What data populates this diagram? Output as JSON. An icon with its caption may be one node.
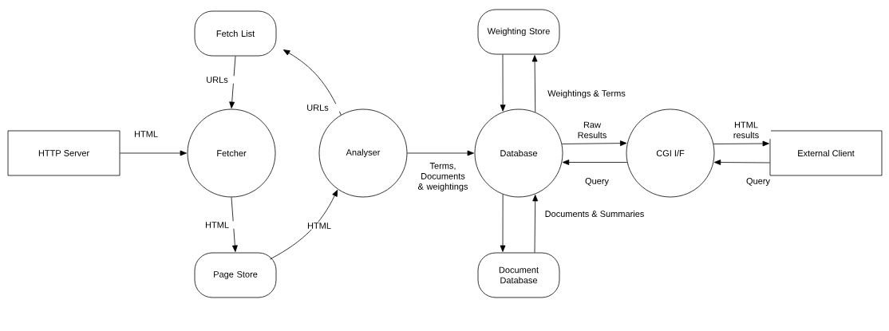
{
  "diagram": {
    "nodes": [
      {
        "text": [
          "Fetch List"
        ]
      },
      {
        "text": [
          "HTTP Server"
        ]
      },
      {
        "text": [
          "Fetcher"
        ]
      },
      {
        "text": [
          "Analyser"
        ]
      },
      {
        "text": [
          "Page Store"
        ]
      },
      {
        "text": [
          "Weighting Store"
        ]
      },
      {
        "text": [
          "Database"
        ]
      },
      {
        "text": [
          "CGI I/F"
        ]
      },
      {
        "text": [
          "External Client"
        ]
      },
      {
        "text": [
          "Document Database"
        ]
      }
    ],
    "edges": [
      {
        "from": 0,
        "to": 2,
        "arrow": "to",
        "label": "URLs"
      },
      {
        "from": 1,
        "to": 2,
        "arrow": "to",
        "label": "HTML"
      },
      {
        "from": 3,
        "to": 0,
        "arrow": "to",
        "label": "URLs"
      },
      {
        "from": 2,
        "to": 4,
        "arrow": "to",
        "label": "HTML"
      },
      {
        "from": 4,
        "to": 3,
        "arrow": "to",
        "label": "HTML"
      },
      {
        "from": 3,
        "to": 6,
        "arrow": "to",
        "label": "Terms, Documents & weightings"
      },
      {
        "from": 5,
        "to": 6,
        "arrow": "to"
      },
      {
        "from": 6,
        "to": 5,
        "arrow": "to",
        "label": "Weightings & Terms"
      },
      {
        "from": 6,
        "to": 7,
        "arrow": "to",
        "label": "Raw Results"
      },
      {
        "from": 7,
        "to": 6,
        "arrow": "to",
        "label": "Query"
      },
      {
        "from": 7,
        "to": 8,
        "arrow": "to",
        "label": "HTML results"
      },
      {
        "from": 8,
        "to": 7,
        "arrow": "to",
        "label": "Query"
      },
      {
        "from": 6,
        "to": 9,
        "arrow": "to"
      },
      {
        "from": 9,
        "to": 6,
        "arrow": "to",
        "label": "Documents & Summaries"
      }
    ]
  }
}
